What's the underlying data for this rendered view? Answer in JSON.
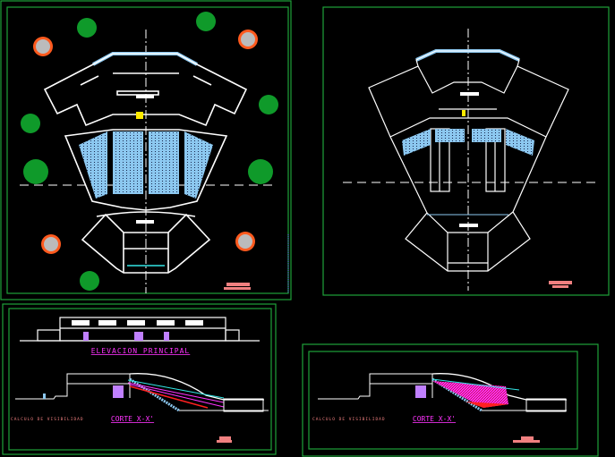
{
  "colors": {
    "background": "#000000",
    "frame": "#1fa23a",
    "wall": "#ffffff",
    "seat": "#8cc8f0",
    "accent": "#ff33ff",
    "red": "#ff2020",
    "cyan": "#33e6e6",
    "tree_green": "#0f9a2a",
    "tree_orange": "#ff5a1e",
    "stamp": "#f08080"
  },
  "sheets": {
    "plan_main": {
      "name": "floor-plan-furnished"
    },
    "plan_outline": {
      "name": "floor-plan-outline"
    },
    "elevation": {
      "title": "ELEVACION PRINCIPAL",
      "section_title": "CORTE X-X'",
      "visibility_label": "CALCULO DE VISIBILIDAD"
    },
    "section_right": {
      "section_title": "CORTE X-X'",
      "visibility_label": "CALCULO DE VISIBILIDAD"
    }
  }
}
